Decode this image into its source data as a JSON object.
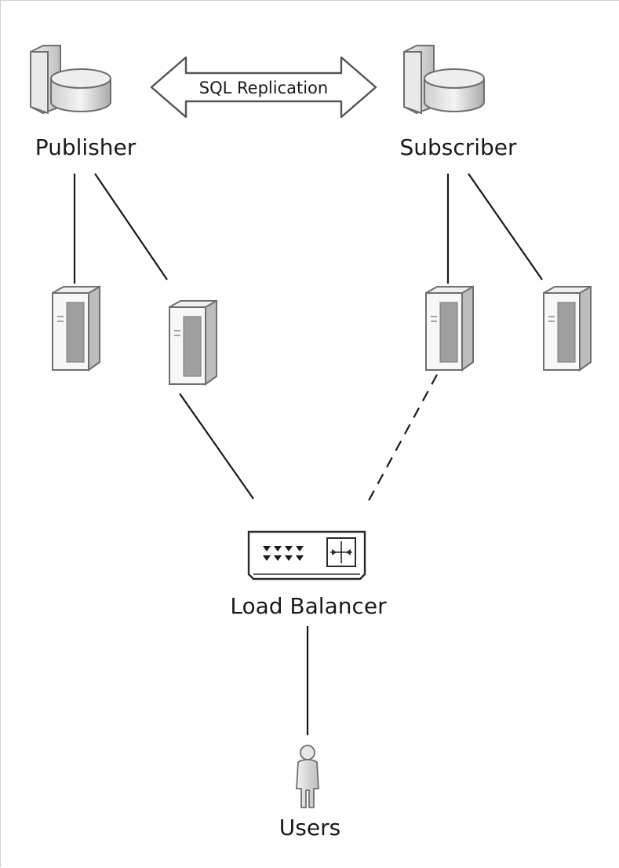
{
  "diagram": {
    "publisher": {
      "label": "Publisher",
      "icon": "database-server-icon"
    },
    "subscriber": {
      "label": "Subscriber",
      "icon": "database-server-icon"
    },
    "replication": {
      "label": "SQL Replication",
      "icon": "double-arrow-icon",
      "style": "bidirectional"
    },
    "web_servers": [
      {
        "icon": "server-icon",
        "group": "publisher"
      },
      {
        "icon": "server-icon",
        "group": "publisher"
      },
      {
        "icon": "server-icon",
        "group": "subscriber"
      },
      {
        "icon": "server-icon",
        "group": "subscriber"
      }
    ],
    "load_balancer": {
      "label": "Load Balancer",
      "icon": "load-balancer-icon"
    },
    "users": {
      "label": "Users",
      "icon": "user-icon"
    },
    "connections": [
      {
        "from": "publisher",
        "to": "web-server-1",
        "style": "solid"
      },
      {
        "from": "publisher",
        "to": "web-server-2",
        "style": "solid"
      },
      {
        "from": "subscriber",
        "to": "web-server-3",
        "style": "solid"
      },
      {
        "from": "subscriber",
        "to": "web-server-4",
        "style": "solid"
      },
      {
        "from": "web-server-2",
        "to": "load-balancer",
        "style": "solid"
      },
      {
        "from": "web-server-3",
        "to": "load-balancer",
        "style": "dashed"
      },
      {
        "from": "load-balancer",
        "to": "users",
        "style": "solid"
      }
    ],
    "colors": {
      "line": "#1a1a1a",
      "icon_fill": "#d9d9d9",
      "icon_stroke": "#6f6f6f",
      "background": "#ffffff"
    }
  }
}
